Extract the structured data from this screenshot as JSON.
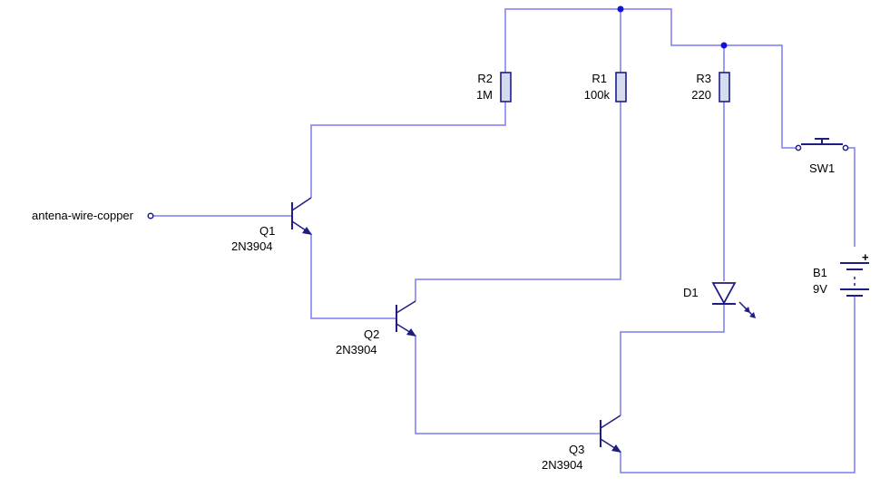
{
  "diagram": {
    "colors": {
      "wire": "#7b7bf0",
      "component": "#1d1d85",
      "resistor_fill": "#d6dcef",
      "junction": "#1313d8",
      "text": "#000000"
    },
    "input_label": "antena-wire-copper",
    "resistors": [
      {
        "ref": "R2",
        "value": "1M"
      },
      {
        "ref": "R1",
        "value": "100k"
      },
      {
        "ref": "R3",
        "value": "220"
      }
    ],
    "transistors": [
      {
        "ref": "Q1",
        "value": "2N3904"
      },
      {
        "ref": "Q2",
        "value": "2N3904"
      },
      {
        "ref": "Q3",
        "value": "2N3904"
      }
    ],
    "led": {
      "ref": "D1"
    },
    "switch": {
      "ref": "SW1"
    },
    "battery": {
      "ref": "B1",
      "value": "9V",
      "plus": "+"
    }
  }
}
